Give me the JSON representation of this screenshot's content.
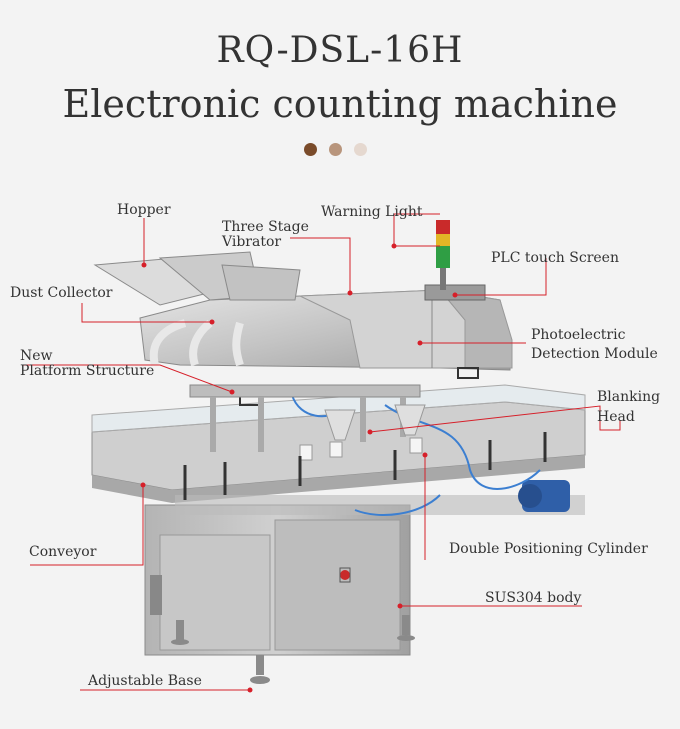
{
  "title": "RQ-DSL-16H",
  "subtitle": "Electronic counting machine",
  "dot_colors": [
    "#7a4b2a",
    "#b8957c",
    "#e5d8cf"
  ],
  "leader_color": "#d6202a",
  "labels": {
    "hopper": "Hopper",
    "three_stage_vibrator_1": "Three Stage",
    "three_stage_vibrator_2": "Vibrator",
    "warning_light": "Warning Light",
    "plc_touch_screen": "PLC touch Screen",
    "dust_collector": "Dust Collector",
    "photoelectric_1": "Photoelectric",
    "photoelectric_2": "Detection Module",
    "new_platform_1": "New",
    "new_platform_2": "Platform Structure",
    "blanking_head_1": "Blanking",
    "blanking_head_2": "Head",
    "conveyor": "Conveyor",
    "double_positioning_cylinder": "Double Positioning Cylinder",
    "sus304_body": "SUS304 body",
    "adjustable_base": "Adjustable Base"
  }
}
